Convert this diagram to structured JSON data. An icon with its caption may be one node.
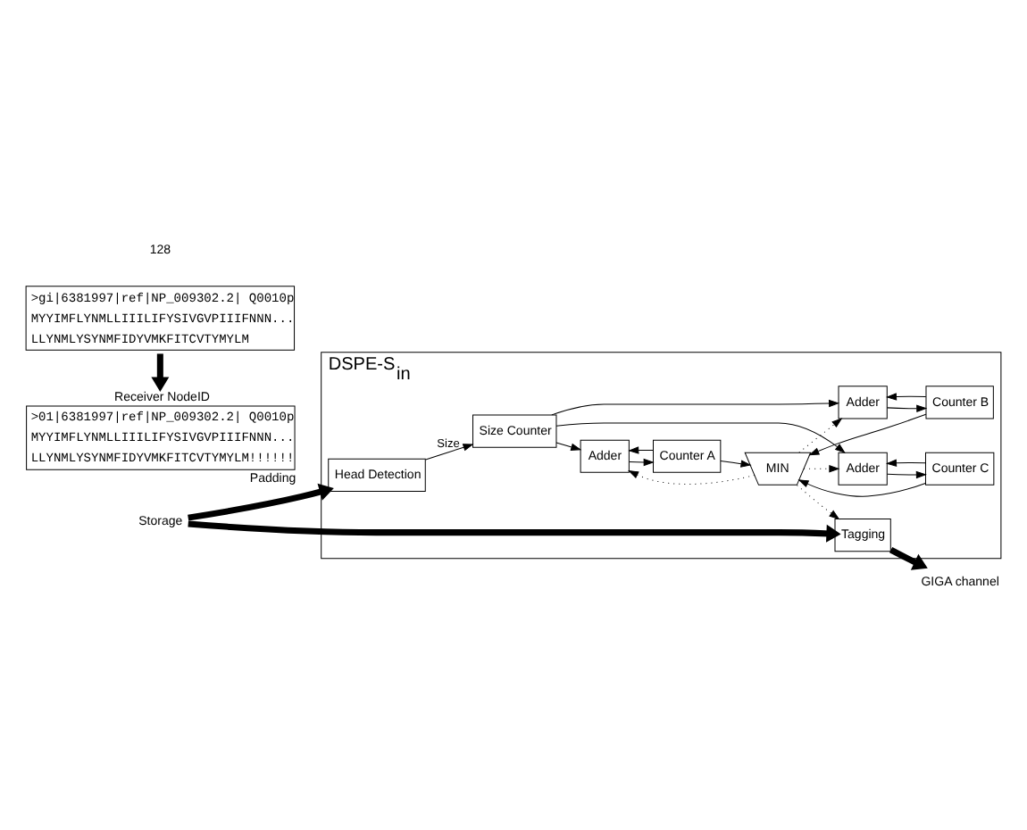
{
  "diagram": {
    "nodes": [
      {
        "text": [
          "DSPE-S$_{in}$"
        ]
      },
      {
        "text": [
          "Size Counter"
        ],
        "in": 0
      },
      {
        "text": [
          "Head Detection"
        ],
        "in": 0
      },
      {
        "text": [
          "Adder"
        ],
        "in": 0
      },
      {
        "text": [
          "Counter A"
        ],
        "in": 0
      },
      {
        "text": [
          "Adder"
        ],
        "in": 0
      },
      {
        "text": [
          "Counter B"
        ],
        "in": 0
      },
      {
        "text": [
          "Adder"
        ],
        "in": 0
      },
      {
        "text": [
          "Counter C"
        ],
        "in": 0
      },
      {
        "text": [
          "MIN"
        ],
        "in": 0
      },
      {
        "text": [
          "Tagging"
        ],
        "in": 0
      },
      {
        "text": [
          "Storage"
        ]
      },
      {
        "text": [
          "GIGA channel"
        ]
      },
      {
        "text": [
          ">gi|6381997|ref|NP_009302.2| Q0010p",
          "MYYIMFLYNMLLIIILIFYSIVGVPIIIFNNN...",
          "LLYNMLYSYNMFIDYVMKFITCVTYMYLM"
        ]
      },
      {
        "text": [
          ">01|6381997|ref|NP_009302.2| Q0010p",
          "MYYIMFLYNMLLIIILIFYSIVGVPIIIFNNN...",
          "LLYNMLYSYNMFIDYVMKFITCVTYMYLM!!!!!!"
        ],
        "beside": [
          "Receiver NodeID",
          "Padding"
        ]
      }
    ],
    "edges": [
      {
        "from": 2,
        "to": 1,
        "arrow": "to",
        "label": "Size"
      },
      {
        "from": 1,
        "to": 3,
        "arrow": "to"
      },
      {
        "from": 1,
        "to": 5,
        "arrow": "to"
      },
      {
        "from": 1,
        "to": 7,
        "arrow": "to"
      },
      {
        "from": 3,
        "to": 4,
        "arrow": "to"
      },
      {
        "from": 5,
        "to": 6,
        "arrow": "to"
      },
      {
        "from": 7,
        "to": 8,
        "arrow": "to"
      },
      {
        "from": 4,
        "to": 3,
        "arrow": "to"
      },
      {
        "from": 6,
        "to": 5,
        "arrow": "to"
      },
      {
        "from": 8,
        "to": 7,
        "arrow": "to"
      },
      {
        "from": 4,
        "to": 9,
        "arrow": "to"
      },
      {
        "from": 6,
        "to": 9,
        "arrow": "to"
      },
      {
        "from": 8,
        "to": 9,
        "arrow": "to"
      },
      {
        "from": 9,
        "to": 3,
        "arrow": "to",
        "style": "dashed"
      },
      {
        "from": 9,
        "to": 5,
        "arrow": "to",
        "style": "dashed"
      },
      {
        "from": 9,
        "to": 7,
        "arrow": "to",
        "style": "dashed"
      },
      {
        "from": 9,
        "to": 10,
        "arrow": "to",
        "style": "dashed"
      },
      {
        "from": 11,
        "to": 2,
        "arrow": "to",
        "style": "thick"
      },
      {
        "from": 11,
        "to": 10,
        "arrow": "to",
        "style": "thick"
      },
      {
        "from": 10,
        "to": 12,
        "arrow": "to",
        "style": "thick"
      },
      {
        "from": 13,
        "to": 14,
        "arrow": "to",
        "style": "thick"
      }
    ],
    "labels": [
      "128"
    ]
  }
}
